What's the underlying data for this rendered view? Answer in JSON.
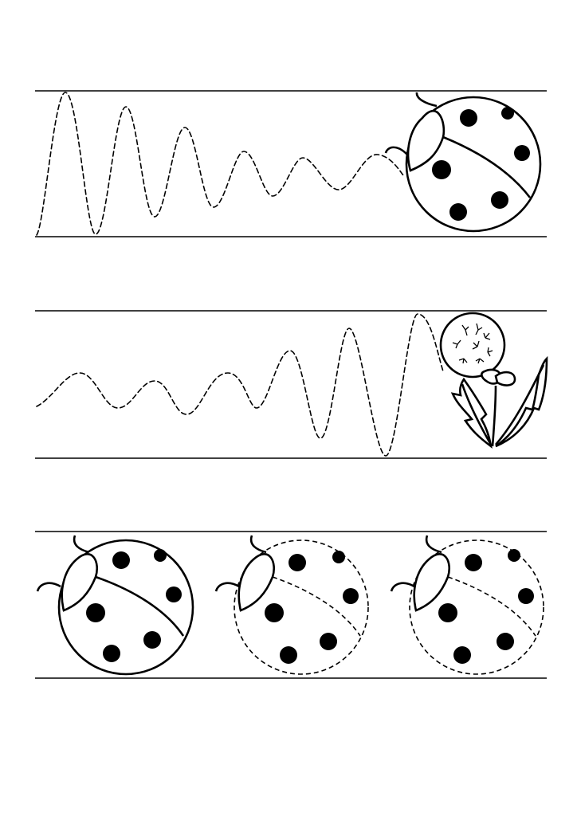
{
  "worksheet": {
    "rows": [
      {
        "exercise": "trace-decreasing-wave",
        "target_icon": "ladybug-icon"
      },
      {
        "exercise": "trace-increasing-wave",
        "target_icon": "dandelion-icon"
      },
      {
        "exercise": "trace-ladybug-outlines",
        "items": [
          "ladybug-solid",
          "ladybug-dashed",
          "ladybug-dashed"
        ]
      }
    ],
    "colors": {
      "ink": "#000000",
      "paper": "#ffffff"
    }
  }
}
